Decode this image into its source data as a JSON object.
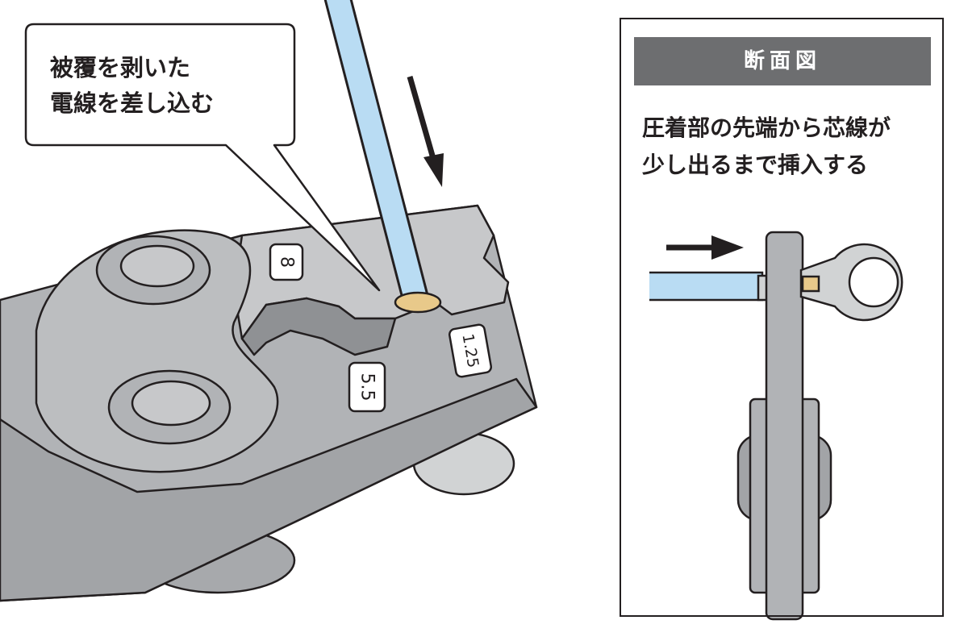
{
  "callout": {
    "lines": [
      "被覆を剥いた",
      "電線を差し込む"
    ]
  },
  "tool_labels": {
    "size_8": "8",
    "size_5_5": "5.5",
    "size_1_25": "1.25"
  },
  "section_panel": {
    "title": "断面図",
    "lines": [
      "圧着部の先端から芯線が",
      "少し出るまで挿入する"
    ]
  },
  "colors": {
    "tool_gray": "#b1b3b6",
    "wire_blue": "#b9dcf3",
    "header_gray": "#6d6e70",
    "outline": "#231f20"
  }
}
